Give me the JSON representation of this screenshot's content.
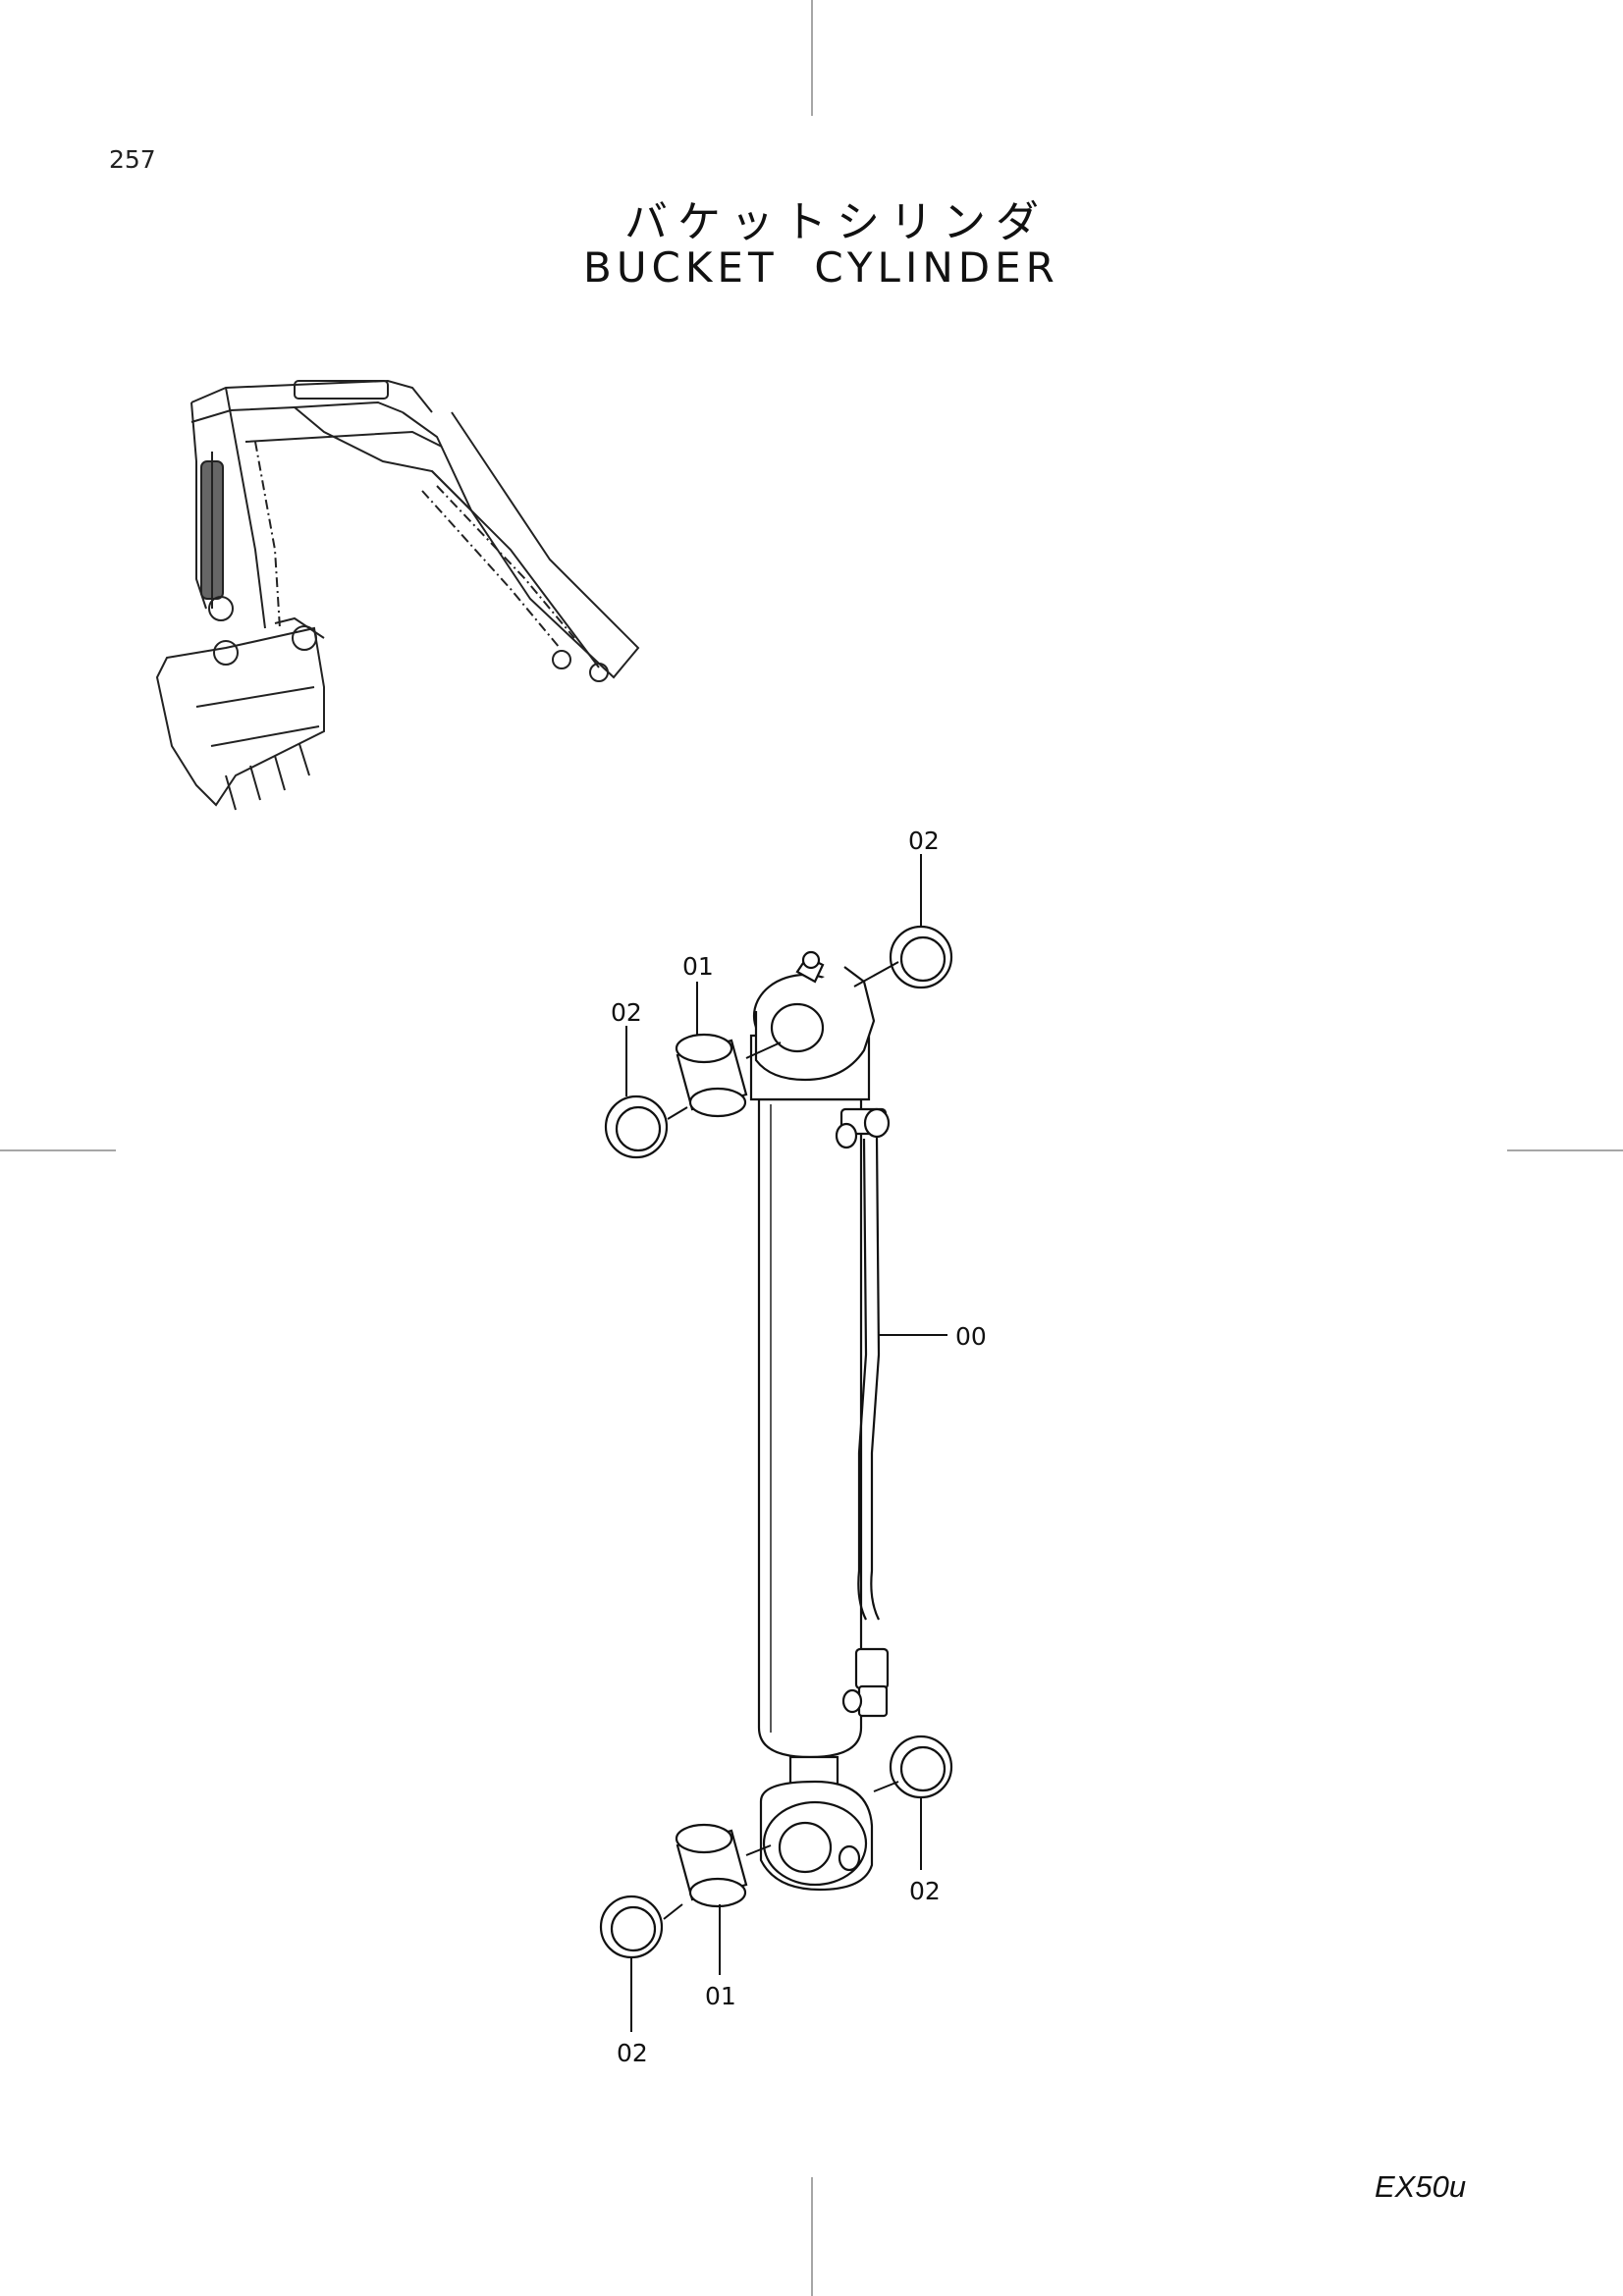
{
  "page_number": "257",
  "title_ja": "バケットシリンダ",
  "title_en": "BUCKET  CYLINDER",
  "model": "EX50u",
  "callouts": [
    {
      "id": "callout-00",
      "label": "00"
    },
    {
      "id": "callout-01-top",
      "label": "01"
    },
    {
      "id": "callout-01-bottom",
      "label": "01"
    },
    {
      "id": "callout-02-top-right",
      "label": "02"
    },
    {
      "id": "callout-02-top-left",
      "label": "02"
    },
    {
      "id": "callout-02-bottom-right",
      "label": "02"
    },
    {
      "id": "callout-02-bottom-left",
      "label": "02"
    }
  ],
  "icons": {
    "excavator": "excavator-arm-icon",
    "cylinder": "bucket-cylinder-icon"
  }
}
